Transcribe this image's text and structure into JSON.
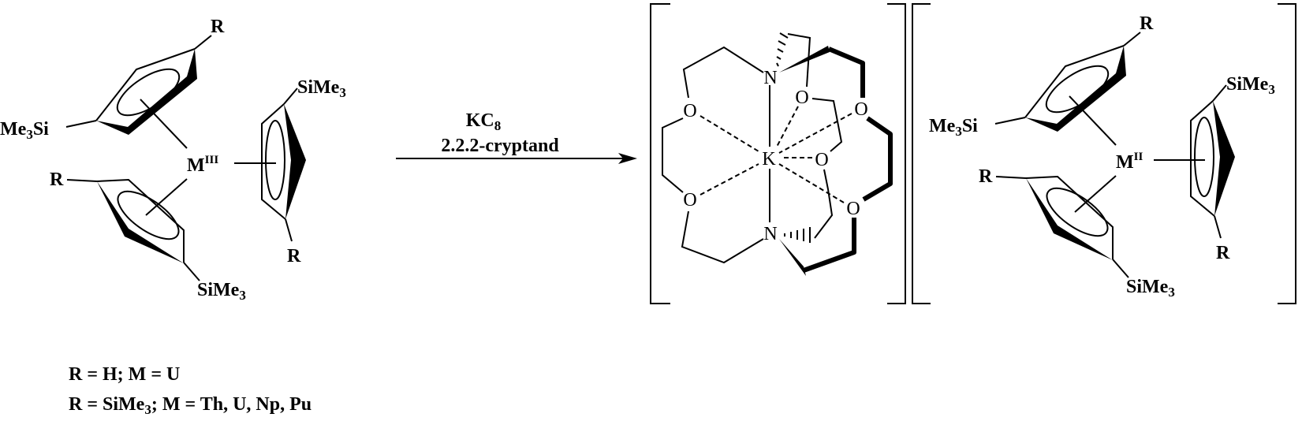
{
  "reactant": {
    "metal": {
      "symbol": "M",
      "oxidation": "III"
    },
    "labels": {
      "r_top": "R",
      "me3si_left": {
        "pre": "Me",
        "sub": "3",
        "post": "Si"
      },
      "r_left": "R",
      "sime3_bottom": {
        "pre": "SiMe",
        "sub": "3"
      },
      "sime3_right": {
        "pre": "SiMe",
        "sub": "3"
      },
      "r_right": "R"
    }
  },
  "arrow": {
    "reagent": {
      "pre": "KC",
      "sub": "8"
    },
    "conditions": "2.2.2-cryptand"
  },
  "cation": {
    "center": "K",
    "nitrogen": "N",
    "oxygen": "O"
  },
  "anion": {
    "metal": {
      "symbol": "M",
      "oxidation": "II"
    },
    "labels": {
      "r_top": "R",
      "me3si_left": {
        "pre": "Me",
        "sub": "3",
        "post": "Si"
      },
      "r_left": "R",
      "sime3_bottom": {
        "pre": "SiMe",
        "sub": "3"
      },
      "sime3_right": {
        "pre": "SiMe",
        "sub": "3"
      },
      "r_right": "R"
    }
  },
  "notes": {
    "line1": "R = H; M = U",
    "line2": {
      "pre": "R = SiMe",
      "sub": "3",
      "post": "; M = Th, U, Np, Pu"
    }
  }
}
